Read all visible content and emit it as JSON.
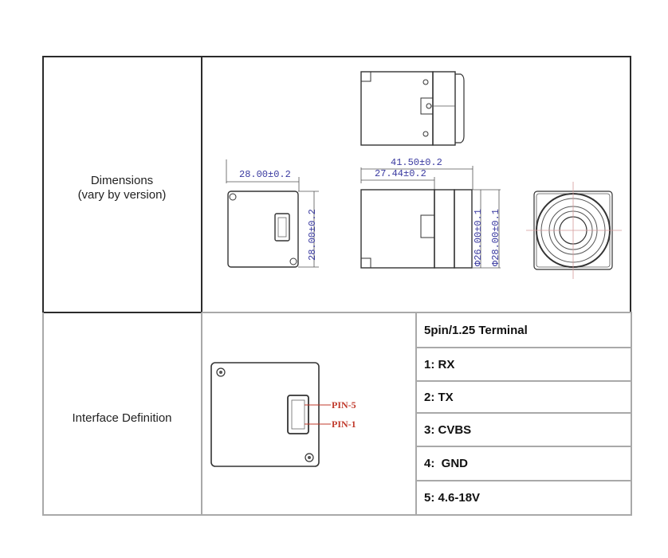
{
  "table": {
    "rows": [
      {
        "label_line1": "Dimensions",
        "label_line2": "(vary by version)",
        "drawing": {
          "front_width": "28.00±0.2",
          "front_height": "28.00±0.2",
          "side_total_length": "41.50±0.2",
          "side_body_length": "27.44±0.2",
          "lens_diameter_inner": "Φ26.00±0.1",
          "lens_diameter_outer": "Φ28.00±0.1"
        }
      },
      {
        "label": "Interface Definition",
        "drawing": {
          "pin_top_label": "PIN-5",
          "pin_bottom_label": "PIN-1"
        },
        "pins": [
          "5pin/1.25 Terminal",
          "1: RX",
          "2: TX",
          "3: CVBS",
          "4:  GND",
          "5: 4.6-18V"
        ]
      }
    ]
  },
  "colors": {
    "dimension_text": "#3a3aa0",
    "pin_label": "#c0392b",
    "border_dark": "#2b2b2b",
    "border_gray": "#a9a9a9"
  }
}
